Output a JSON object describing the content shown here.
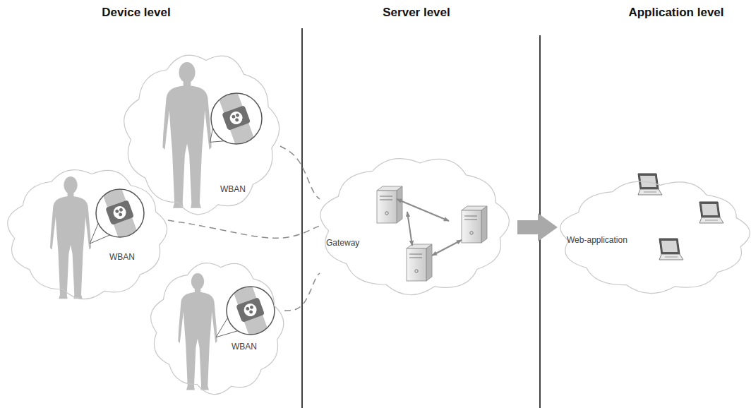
{
  "diagram": {
    "nodes": [
      {
        "text": [
          "WBAN"
        ]
      },
      {
        "text": [
          "WBAN"
        ]
      },
      {
        "text": [
          "WBAN"
        ]
      },
      {
        "text": [
          "Gateway"
        ]
      },
      {
        "text": [
          "Web-application"
        ]
      }
    ],
    "edges": [
      {
        "from": 0,
        "to": 3,
        "arrow": "none"
      },
      {
        "from": 1,
        "to": 3,
        "arrow": "none"
      },
      {
        "from": 2,
        "to": 3,
        "arrow": "none"
      },
      {
        "from": 3,
        "to": 4,
        "arrow": "to"
      }
    ],
    "labels": [
      "Device level",
      "Server level",
      "Application level"
    ]
  }
}
